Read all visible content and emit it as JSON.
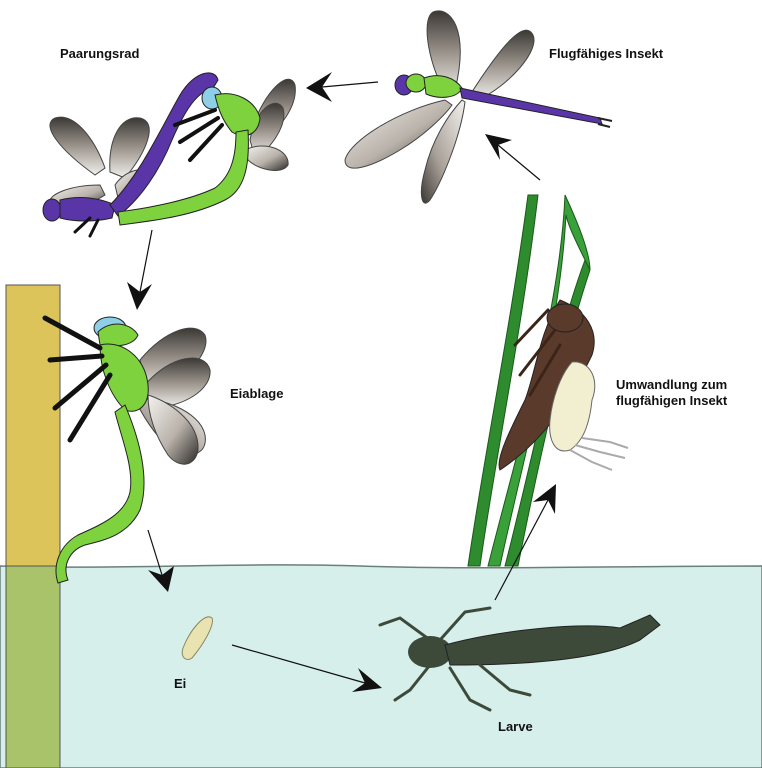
{
  "labels": {
    "mating": "Paarungsrad",
    "adult": "Flugfähiges Insekt",
    "egg_laying": "Eiablage",
    "transformation_line1": "Umwandlung zum",
    "transformation_line2": "flugfähigen Insekt",
    "egg": "Ei",
    "larva": "Larve"
  },
  "colors": {
    "water": "#d6efeb",
    "water_edge": "#6b7f7d",
    "post_above": "#dcc35a",
    "post_below": "#a9c36a",
    "body_green": "#7ed23d",
    "body_purple": "#5a35a8",
    "eye_blue": "#8ecfe8",
    "grass": "#2e8b2e",
    "larva": "#3d4a3a",
    "exuvia": "#5a3a2a",
    "emerging": "#f2eed0",
    "egg": "#e9e3b2",
    "arrow": "#111111"
  }
}
